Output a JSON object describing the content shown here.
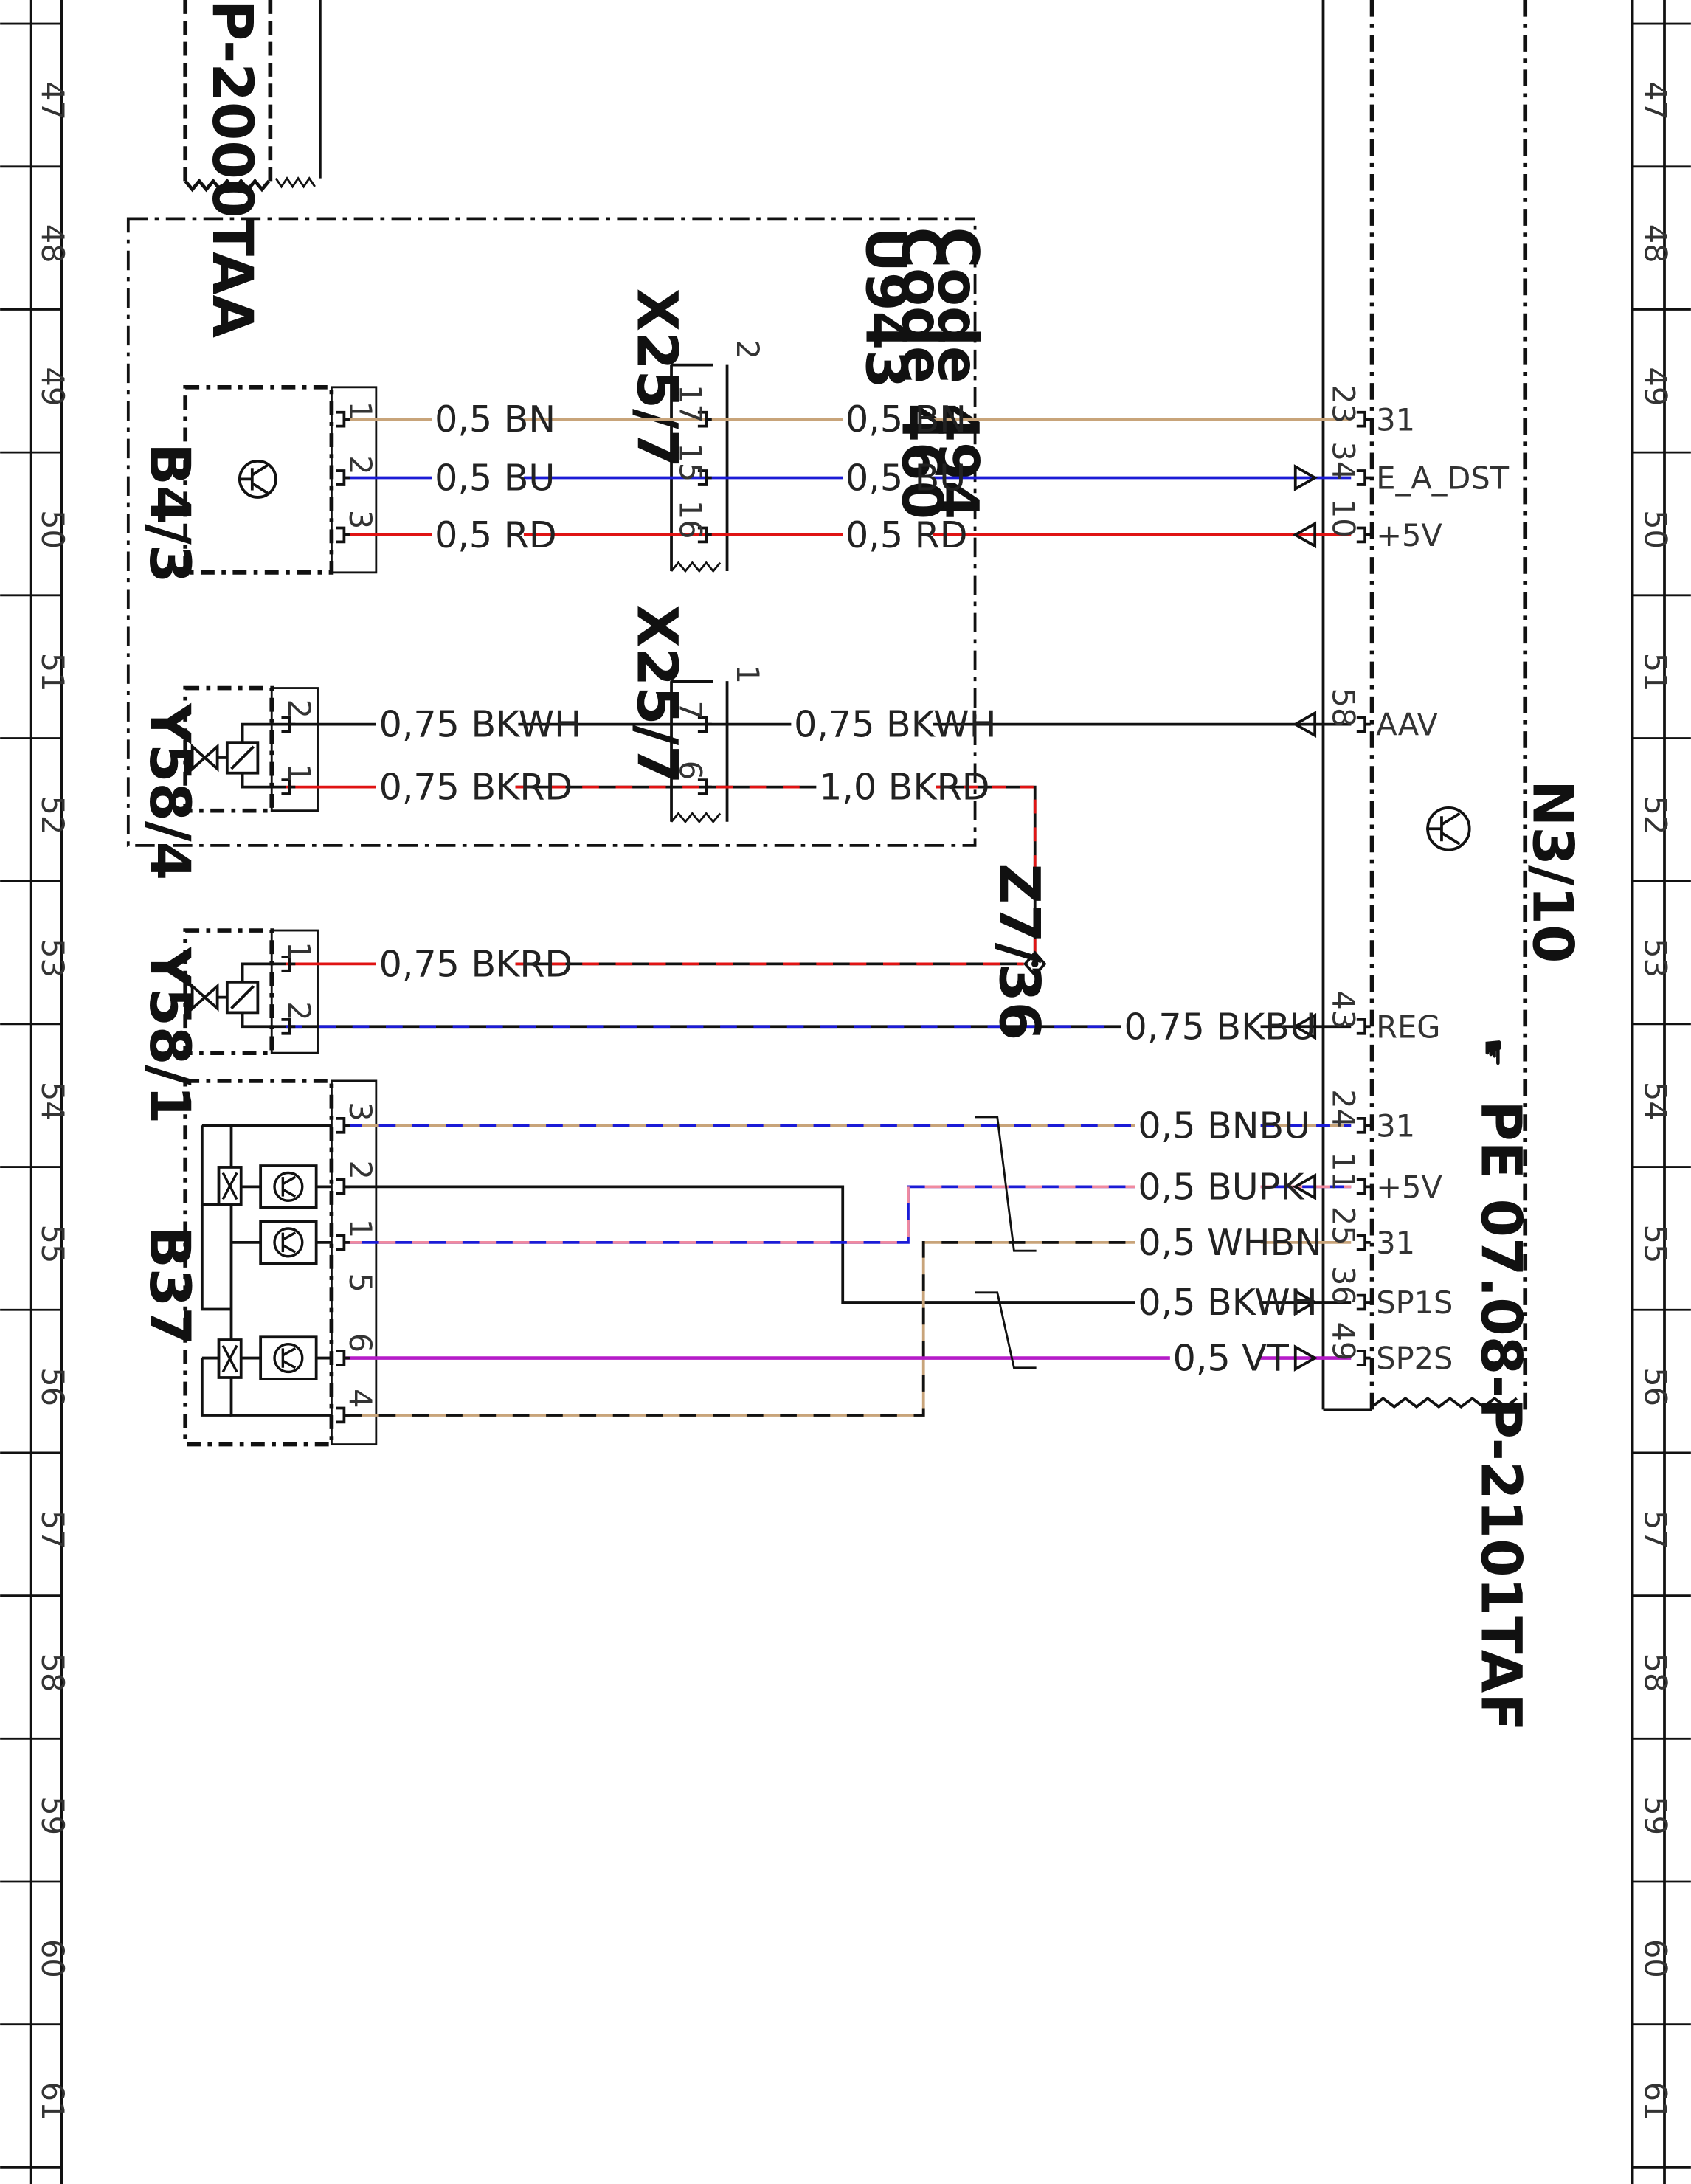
{
  "ruler_numbers": [
    "47",
    "48",
    "49",
    "50",
    "51",
    "52",
    "53",
    "54",
    "55",
    "56",
    "57",
    "58",
    "59",
    "60",
    "61"
  ],
  "components": {
    "top_ref": "P-2000TAA",
    "b43": "B4/3",
    "y584": "Y58/4",
    "y581": "Y58/1",
    "b37": "B37",
    "x257a": "X25/7",
    "x257b": "X25/7",
    "x257a_block": "2",
    "x257b_block": "1",
    "z736": "Z7/36",
    "n310": "N3/10",
    "pe_ref": "PE 07.08-P-2101TAF",
    "code1": "Code 494",
    "code2": "Code 460",
    "code3": "U943"
  },
  "wires": {
    "w_bn_l": "0,5 BN",
    "w_bn_r": "0,5 BN",
    "w_bu_l": "0,5 BU",
    "w_bu_r": "0,5 BU",
    "w_rd_l": "0,5 RD",
    "w_rd_r": "0,5 RD",
    "w_bkwh_l": "0,75 BKWH",
    "w_bkwh_r": "0,75 BKWH",
    "w_bkrd_l": "0,75 BKRD",
    "w_bkrd_r": "1,0 BKRD",
    "w_bkrd_y581": "0,75 BKRD",
    "w_bkbu": "0,75 BKBU",
    "w_bnbu": "0,5 BNBU",
    "w_bupk": "0,5 BUPK",
    "w_whbn": "0,5 WHBN",
    "w_bkwh2": "0,5 BKWH",
    "w_vt": "0,5 VT"
  },
  "pins": {
    "b43_1": "1",
    "b43_2": "2",
    "b43_3": "3",
    "x_17": "17",
    "x_15": "15",
    "x_16": "16",
    "y584_2": "2",
    "y584_1": "1",
    "x_7": "7",
    "x_6": "6",
    "y581_1": "1",
    "y581_2": "2",
    "b37_3": "3",
    "b37_2": "2",
    "b37_1": "1",
    "b37_5": "5",
    "b37_6": "6",
    "b37_4": "4",
    "n_23": "23",
    "n_34": "34",
    "n_10": "10",
    "n_58": "58",
    "n_43": "43",
    "n_24": "24",
    "n_11": "11",
    "n_25": "25",
    "n_36": "36",
    "n_49": "49"
  },
  "signals": {
    "s_23": "31",
    "s_34": "E_A_DST",
    "s_10": "+5V",
    "s_58": "AAV",
    "s_43": "REG",
    "s_24": "31",
    "s_11": "+5V",
    "s_25": "31",
    "s_36": "SP1S",
    "s_49": "SP2S"
  },
  "colors": {
    "brown": "#c8a47a",
    "blue": "#1b1bd6",
    "red": "#e01414",
    "black": "#111111",
    "pink": "#f08aa0",
    "violet": "#b51cc8",
    "frame": "#111111"
  }
}
